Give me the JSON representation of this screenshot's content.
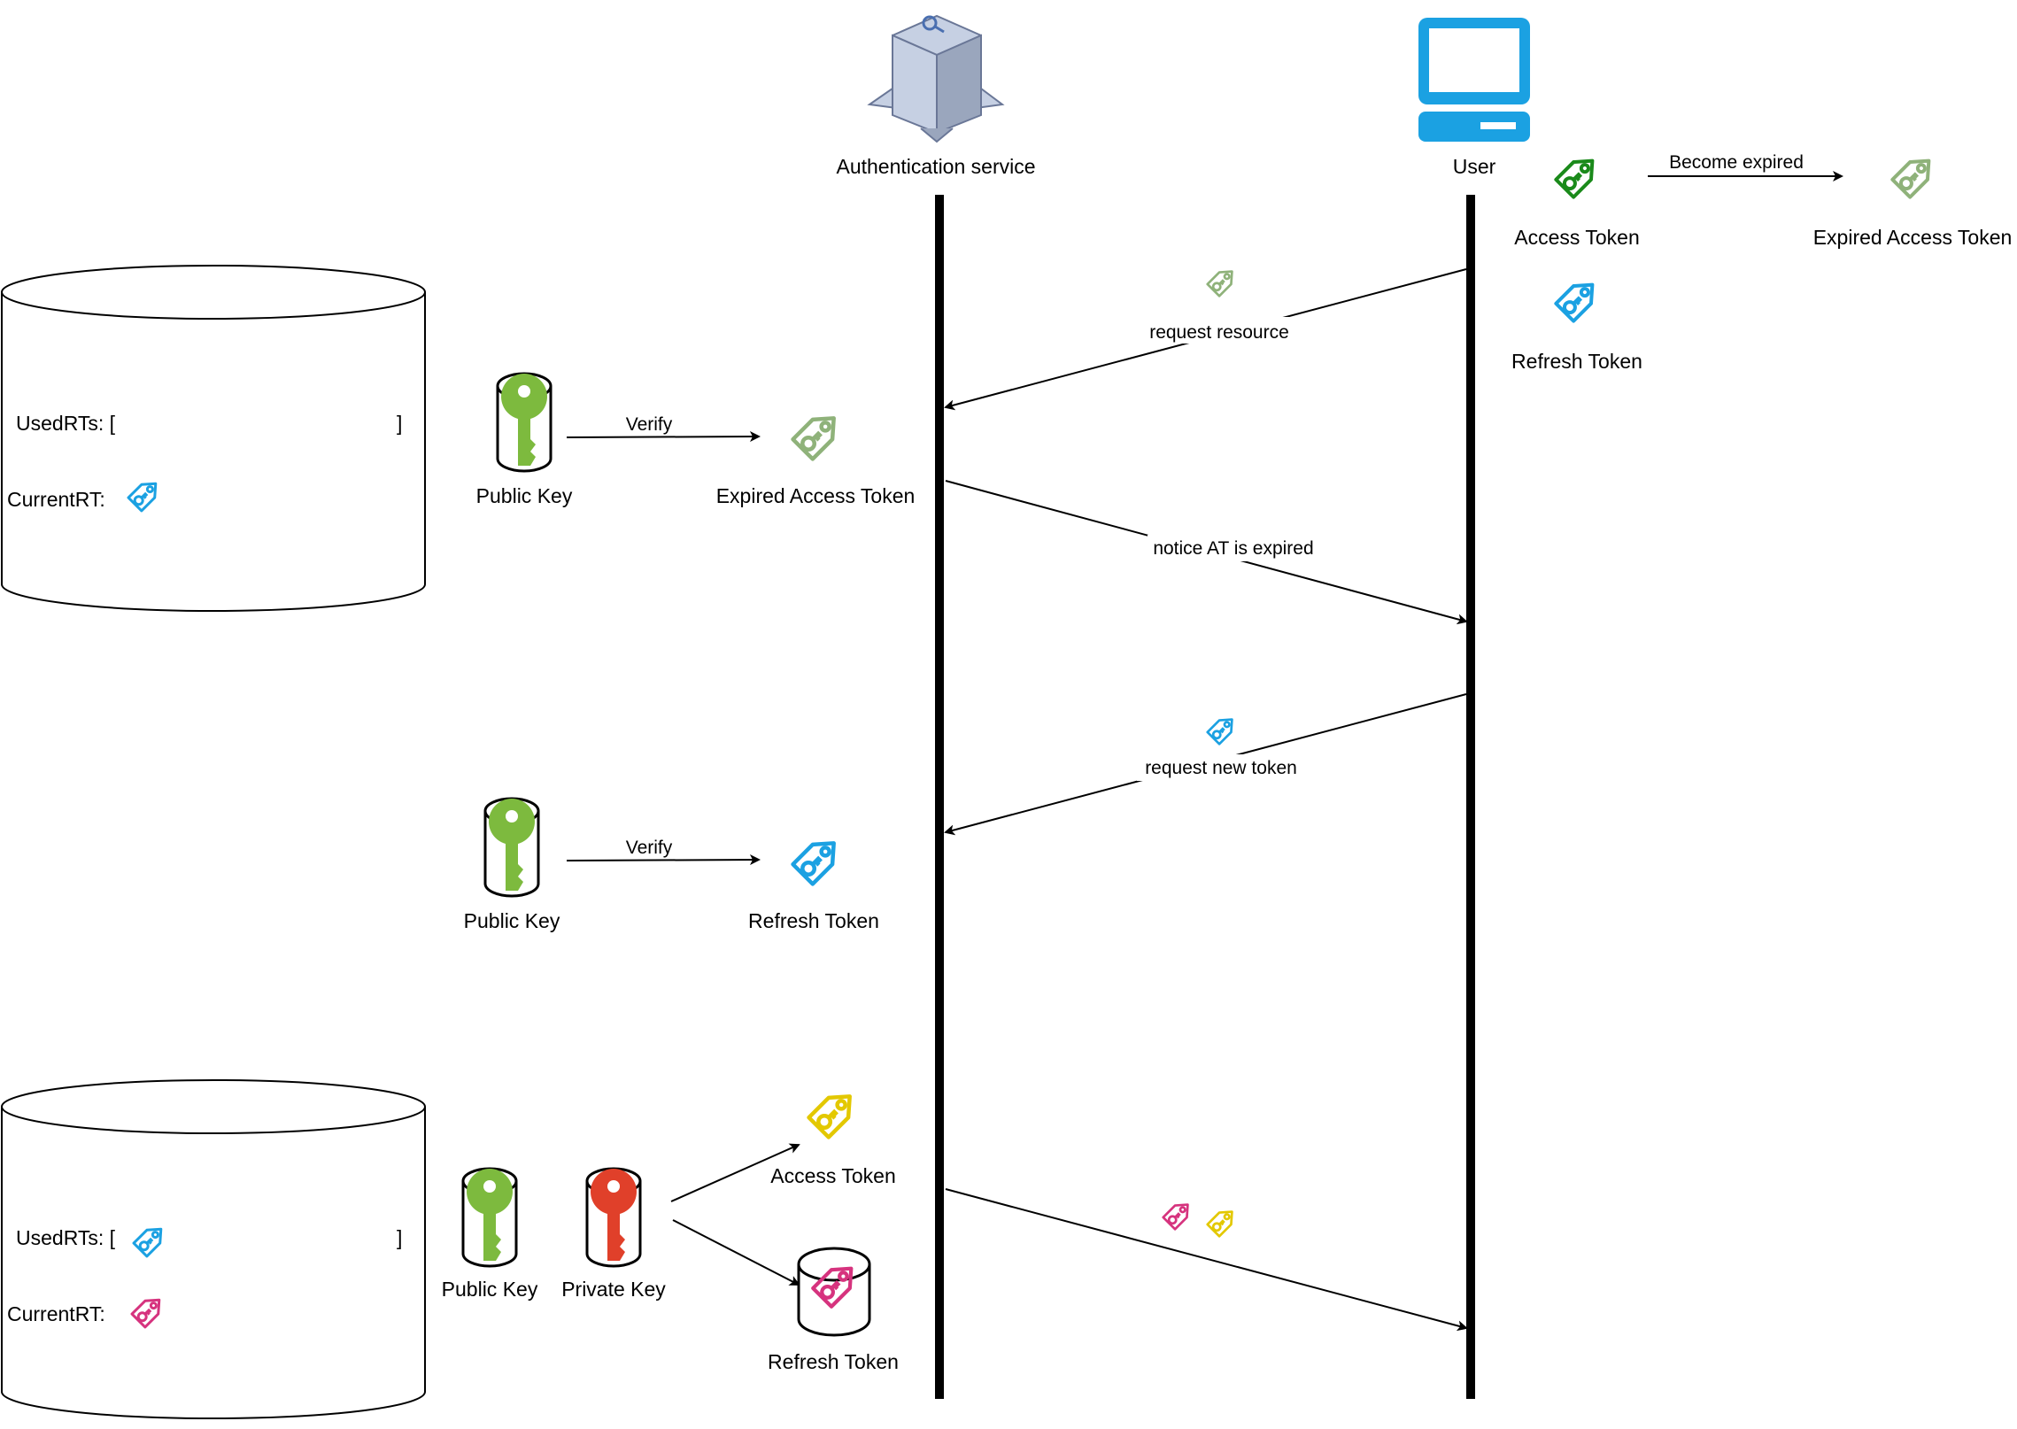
{
  "actors": {
    "auth_service": "Authentication service",
    "user": "User"
  },
  "user_tokens": {
    "access_token": "Access Token",
    "become_expired": "Become expired",
    "expired_access_token": "Expired Access Token",
    "refresh_token": "Refresh Token"
  },
  "messages": {
    "request_resource": "request resource",
    "notice_expired": "notice AT is expired",
    "request_new_token": "request new token"
  },
  "step1": {
    "db_used": "UsedRTs: [",
    "db_used_close": "]",
    "db_current": "CurrentRT:",
    "public_key": "Public Key",
    "verify": "Verify",
    "result": "Expired Access Token"
  },
  "step2": {
    "public_key": "Public Key",
    "verify": "Verify",
    "result": "Refresh Token"
  },
  "step3": {
    "db_used": "UsedRTs: [",
    "db_used_close": "]",
    "db_current": "CurrentRT:",
    "public_key": "Public Key",
    "private_key": "Private Key",
    "access_token": "Access Token",
    "refresh_token": "Refresh Token"
  },
  "colors": {
    "access_green": "#1a8a1a",
    "expired_green": "#8fb27a",
    "refresh_blue": "#1ba1e2",
    "new_refresh_pink": "#d6337e",
    "new_access_yellow": "#e3c800",
    "key_green": "#7dba3e",
    "key_red": "#e0402a",
    "computer_blue": "#1ba1e2"
  },
  "icons": {
    "auth": "auth-service-icon",
    "user": "computer-icon",
    "token": "key-tag-icon",
    "key": "key-in-cylinder-icon",
    "db": "database-cylinder-icon"
  }
}
